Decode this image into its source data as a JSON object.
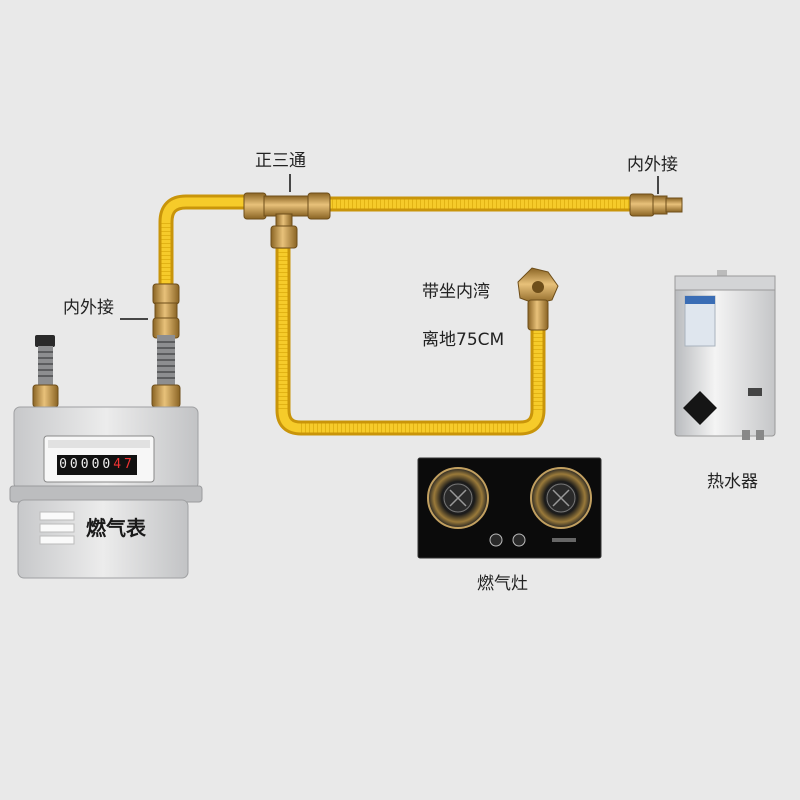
{
  "labels": {
    "tee": "正三通",
    "adapter_right": "内外接",
    "adapter_left": "内外接",
    "elbow": "带坐内湾",
    "height": "离地75CM",
    "meter": "燃气表",
    "stove": "燃气灶",
    "heater": "热水器"
  },
  "meter": {
    "reading_black": "00000",
    "reading_red": "47"
  },
  "colors": {
    "pipe": "#f3c21c",
    "brass": "#c8963c",
    "background": "#e9e9e9",
    "stove_glass": "#0b0b0b",
    "meter_body": "#d7d8da"
  }
}
